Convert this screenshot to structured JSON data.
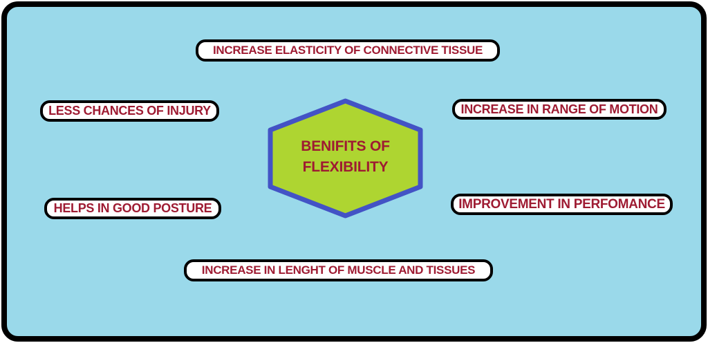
{
  "diagram": {
    "title": "Benefits of Flexibility concept diagram",
    "center": {
      "line1": "BENIFITS OF",
      "line2": "FLEXIBILITY",
      "shape": "hexagon"
    },
    "labels": {
      "top": "INCREASE ELASTICITY OF CONNECTIVE TISSUE",
      "left_upper": "LESS CHANCES OF INJURY",
      "right_upper": "INCREASE IN RANGE OF MOTION",
      "left_lower": "HELPS IN GOOD POSTURE",
      "right_lower": "IMPROVEMENT IN PERFOMANCE",
      "bottom": "INCREASE IN LENGHT OF MUSCLE AND TISSUES"
    }
  },
  "colors": {
    "canvas-bg": "#9ad9ea",
    "canvas-border": "#000000",
    "label-bg": "#ffffff",
    "label-border": "#000000",
    "label-text": "#9e1b32",
    "hexagon-fill": "#aed531",
    "hexagon-border": "#4353c5",
    "hexagon-text": "#9e1b32"
  }
}
